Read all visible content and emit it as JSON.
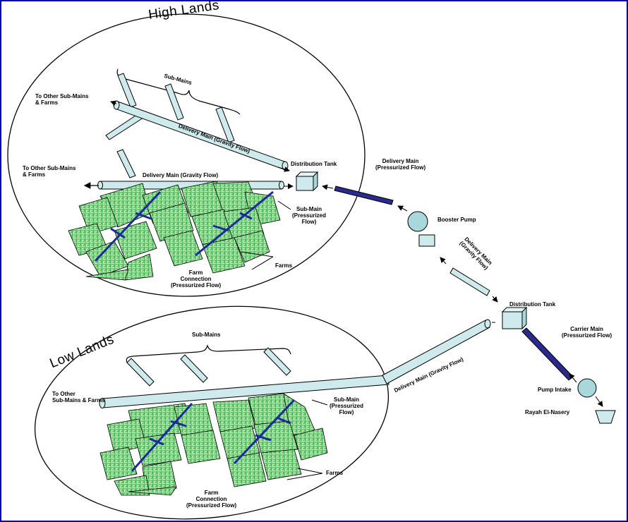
{
  "regions": {
    "high": "High Lands",
    "low": "Low Lands"
  },
  "labels": {
    "hl_submains": "Sub-Mains",
    "hl_to_other_1": "To Other Sub-Mains\n& Farms",
    "hl_delivery_main_1": "Delivery Main (Gravity Flow)",
    "hl_to_other_2": "To Other Sub-Mains\n& Farms",
    "hl_delivery_main_2": "Delivery Main (Gravity Flow)",
    "hl_distribution_tank": "Distribution Tank",
    "hl_submain_pressurized": "Sub-Main\n(Pressurized\nFlow)",
    "hl_farms": "Farms",
    "hl_farm_connection": "Farm\nConnection\n(Pressurized Flow)",
    "delivery_main_pressurized": "Delivery Main\n(Pressurized Flow)",
    "booster_pump": "Booster Pump",
    "delivery_main_gravity_right": "Delivery Main\n(Gravity Flow)",
    "distribution_tank_right": "Distribution Tank",
    "carrier_main": "Carrier Main\n(Pressurized Flow)",
    "pump_intake": "Pump Intake",
    "rayah": "Rayah El-Nasery",
    "ll_submains": "Sub-Mains",
    "ll_to_other": "To Other\nSub-Mains & Farms",
    "ll_delivery_main": "Delivery Main (Gravity Flow)",
    "ll_submain_pressurized": "Sub-Main\n(Pressurized\nFlow)",
    "ll_farms": "Farms",
    "ll_farm_connection": "Farm\nConnection\n(Pressurized Flow)"
  },
  "colors": {
    "frame_border": "#0000b0",
    "pipe_fill": "#cfeaec",
    "farm_fill": "#b8f0b4",
    "farm_pattern": "#38a848",
    "pressurized_pipe": "#2a2a8c"
  }
}
